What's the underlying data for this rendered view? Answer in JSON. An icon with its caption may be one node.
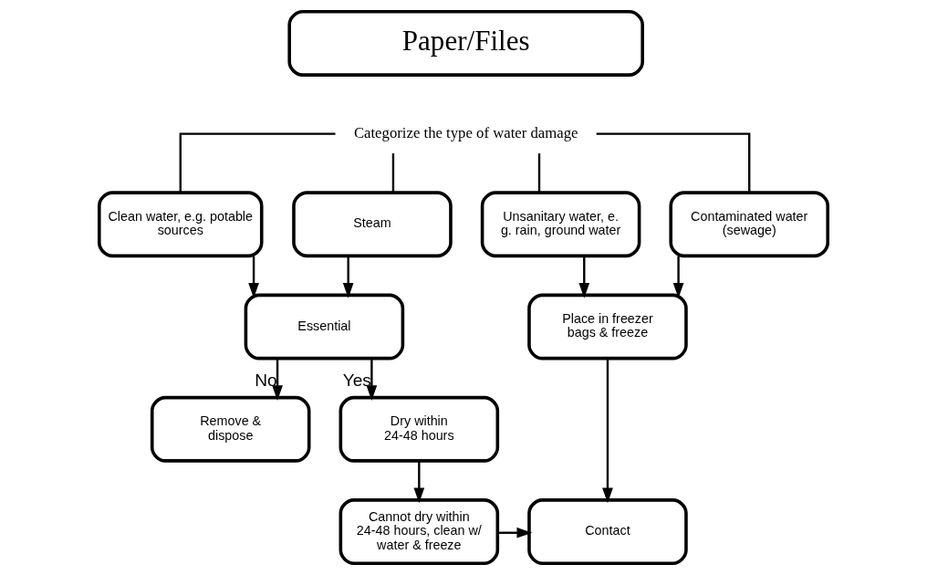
{
  "diagram": {
    "nodes": [
      {
        "text": [
          "Paper/Files"
        ]
      },
      {
        "text": [
          "Categorize the type of water damage"
        ]
      },
      {
        "text": [
          "Clean water, e.g. potable sources"
        ]
      },
      {
        "text": [
          "Steam"
        ]
      },
      {
        "text": [
          "Unsanitary water, e. g. rain, ground water"
        ]
      },
      {
        "text": [
          "Contaminated water (sewage)"
        ]
      },
      {
        "text": [
          "Essential"
        ]
      },
      {
        "text": [
          "Remove & dispose"
        ]
      },
      {
        "text": [
          "Dry within 24-48 hours"
        ]
      },
      {
        "text": [
          "Cannot dry within 24-48 hours, clean w/ water & freeze"
        ]
      },
      {
        "text": [
          "Place in freezer bags & freeze"
        ]
      },
      {
        "text": [
          "Contact"
        ]
      }
    ],
    "edges": [
      {
        "from": 1,
        "to": 2,
        "arrow": "none"
      },
      {
        "from": 1,
        "to": 3,
        "arrow": "none"
      },
      {
        "from": 1,
        "to": 4,
        "arrow": "none"
      },
      {
        "from": 1,
        "to": 5,
        "arrow": "none"
      },
      {
        "from": 2,
        "to": 6,
        "arrow": "to"
      },
      {
        "from": 3,
        "to": 6,
        "arrow": "to"
      },
      {
        "from": 6,
        "to": 7,
        "arrow": "to",
        "label": "No"
      },
      {
        "from": 6,
        "to": 8,
        "arrow": "to",
        "label": "Yes"
      },
      {
        "from": 8,
        "to": 9,
        "arrow": "to"
      },
      {
        "from": 4,
        "to": 10,
        "arrow": "to"
      },
      {
        "from": 5,
        "to": 10,
        "arrow": "to"
      },
      {
        "from": 10,
        "to": 11,
        "arrow": "to"
      },
      {
        "from": 9,
        "to": 11,
        "arrow": "to"
      }
    ]
  }
}
